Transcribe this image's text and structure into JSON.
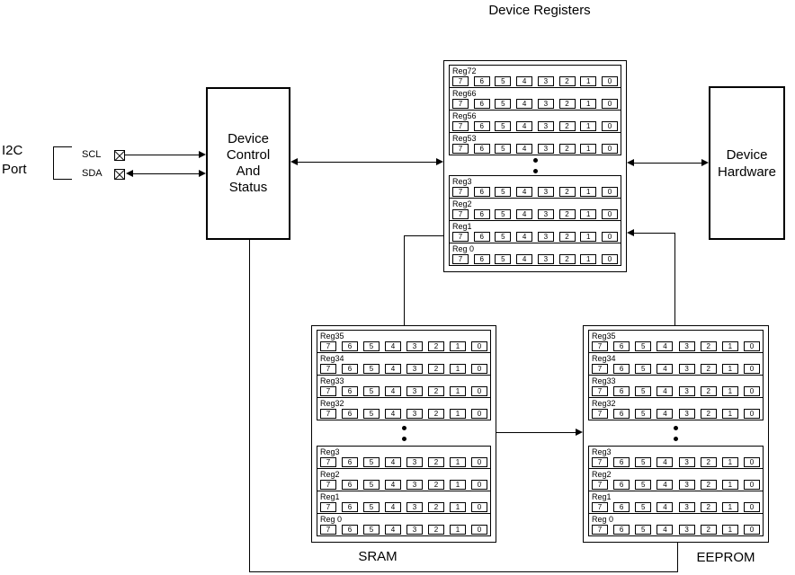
{
  "title": "Device Registers",
  "i2c_port": {
    "lines": [
      "I2C",
      "Port"
    ],
    "scl_label": "SCL",
    "sda_label": "SDA"
  },
  "blocks": {
    "device_control": {
      "lines": [
        "Device",
        "Control",
        "And",
        "Status"
      ]
    },
    "device_hardware": {
      "lines": [
        "Device",
        "Hardware"
      ]
    }
  },
  "bits": [
    "7",
    "6",
    "5",
    "4",
    "3",
    "2",
    "1",
    "0"
  ],
  "register_banks": {
    "device_registers": {
      "top_registers": [
        "Reg72",
        "Reg66",
        "Reg56",
        "Reg53"
      ],
      "bottom_registers": [
        "Reg3",
        "Reg2",
        "Reg1",
        "Reg 0"
      ]
    },
    "sram": {
      "label": "SRAM",
      "top_registers": [
        "Reg35",
        "Reg34",
        "Reg33",
        "Reg32"
      ],
      "bottom_registers": [
        "Reg3",
        "Reg2",
        "Reg1",
        "Reg 0"
      ]
    },
    "eeprom": {
      "label": "EEPROM",
      "top_registers": [
        "Reg35",
        "Reg34",
        "Reg33",
        "Reg32"
      ],
      "bottom_registers": [
        "Reg3",
        "Reg2",
        "Reg1",
        "Reg 0"
      ]
    }
  },
  "colors": {
    "line": "#000000",
    "background": "#ffffff"
  }
}
